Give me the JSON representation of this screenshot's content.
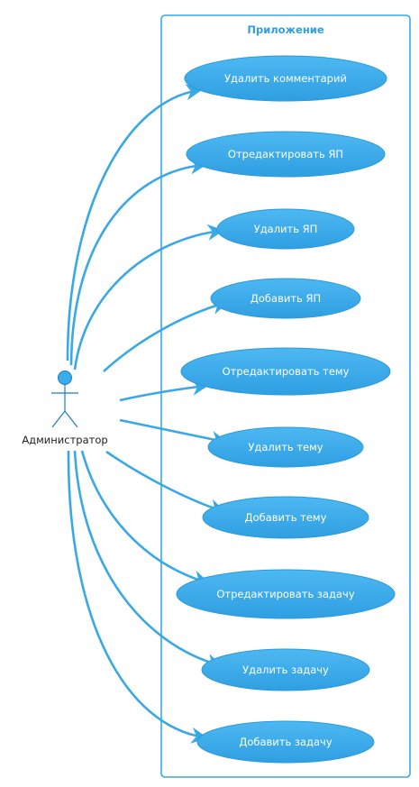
{
  "system": {
    "title": "Приложение"
  },
  "actor": {
    "name": "Администратор"
  },
  "use_cases": [
    {
      "label": "Удалить комментарий"
    },
    {
      "label": "Отредактировать ЯП"
    },
    {
      "label": "Удалить ЯП"
    },
    {
      "label": "Добавить ЯП"
    },
    {
      "label": "Отредактировать тему"
    },
    {
      "label": "Удалить тему"
    },
    {
      "label": "Добавить тему"
    },
    {
      "label": "Отредактировать задачу"
    },
    {
      "label": "Удалить задачу"
    },
    {
      "label": "Добавить задачу"
    }
  ],
  "colors": {
    "accent": "#38a8e6",
    "use_case_fill": "#3aabeb",
    "system_border": "#38a8e6",
    "actor_fill": "#3aabeb"
  }
}
